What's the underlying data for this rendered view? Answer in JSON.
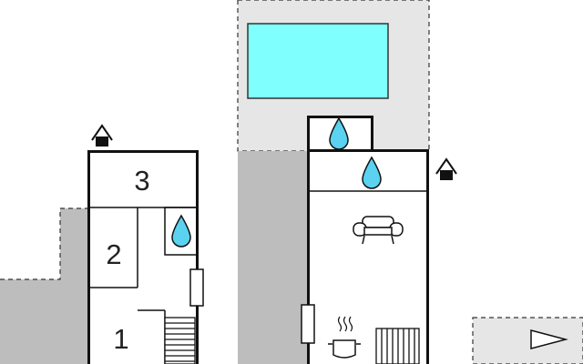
{
  "colors": {
    "background": "#ffffff",
    "outdoor_area": "#e6e6e6",
    "shadow_area": "#bdbdbd",
    "pool": "#80ffff",
    "water": "#5ad2f0",
    "wall": "#111111"
  },
  "rooms": [
    {
      "label": "3"
    },
    {
      "label": "2"
    },
    {
      "label": "1"
    }
  ],
  "icons": [
    "entrance-icon",
    "water-drop-icon",
    "sofa-icon",
    "cooking-pot-icon",
    "radiator-icon",
    "stairs-icon",
    "window-icon",
    "compass-arrow-icon"
  ]
}
